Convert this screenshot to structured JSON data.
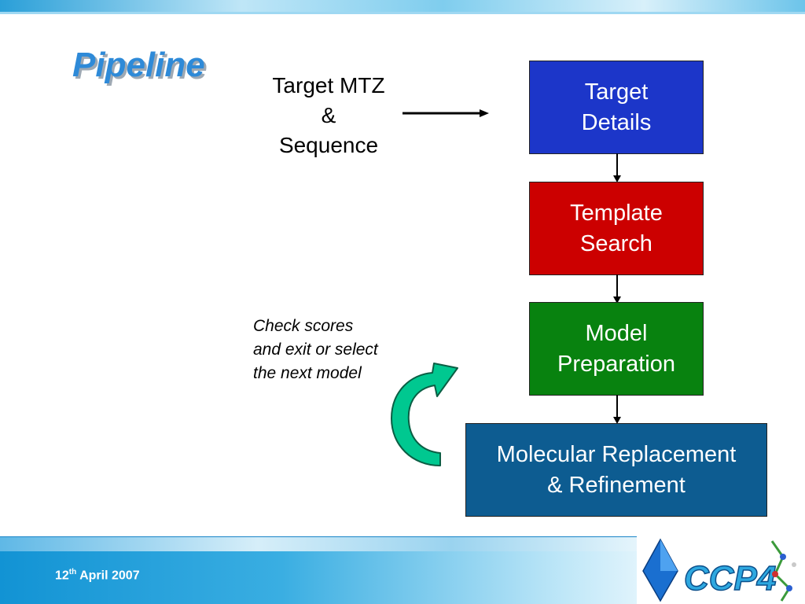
{
  "slide": {
    "title": "Pipeline",
    "input": {
      "line1": "Target MTZ",
      "line2": "&",
      "line3": "Sequence"
    },
    "steps": [
      {
        "line1": "Target",
        "line2": "Details",
        "color": "#1c36c9"
      },
      {
        "line1": "Template",
        "line2": "Search",
        "color": "#cc0000"
      },
      {
        "line1": "Model",
        "line2": "Preparation",
        "color": "#08820f"
      },
      {
        "line1": "Molecular Replacement",
        "line2": "& Refinement",
        "color": "#0d5c91"
      }
    ],
    "note": {
      "line1": "Check scores",
      "line2": "and exit or select",
      "line3": "the next model"
    },
    "footer": {
      "day": "12",
      "suffix": "th",
      "rest": " April 2007"
    },
    "logo_text": "CCP4",
    "accent_color": "#2e8ad8",
    "cycle_arrow_color": "#00c890"
  }
}
